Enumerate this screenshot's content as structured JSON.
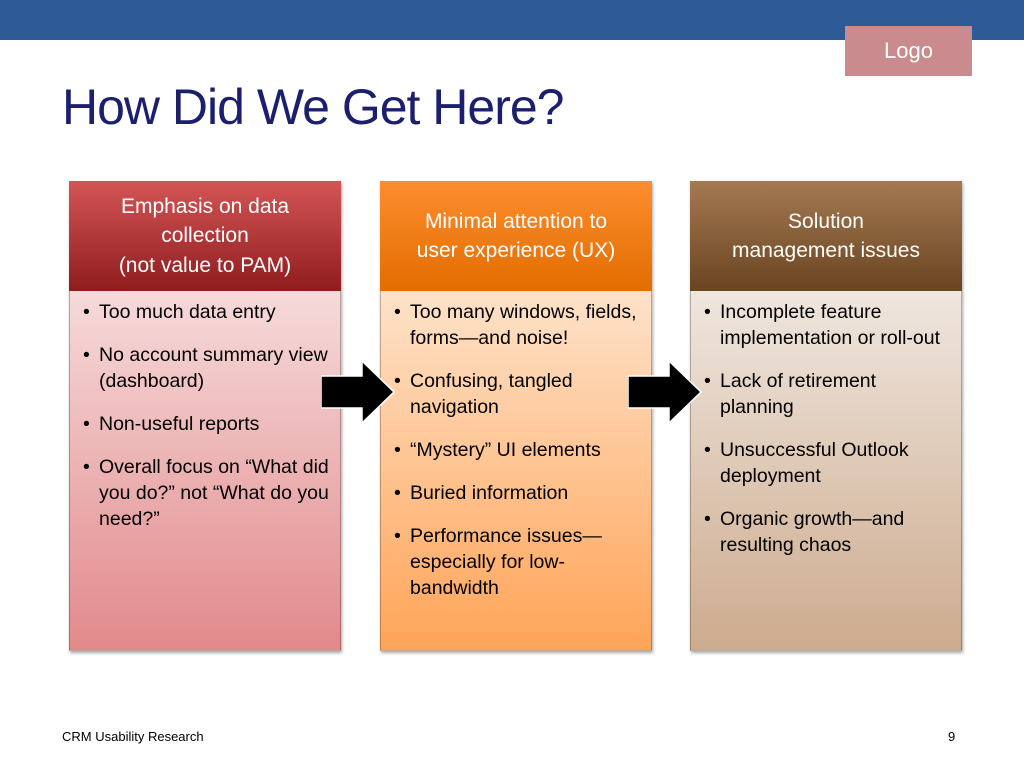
{
  "logo": "Logo",
  "title": "How Did We Get Here?",
  "columns": [
    {
      "heading_lines": [
        "Emphasis on data",
        "collection",
        "(not value to PAM)"
      ],
      "items": [
        "Too much data entry",
        "No account summary view (dashboard)",
        "Non-useful reports",
        "Overall focus on “What did you do?” not “What do you need?”"
      ]
    },
    {
      "heading_lines": [
        "Minimal attention to",
        "user experience (UX)"
      ],
      "items": [
        "Too many windows, fields, forms—and noise!",
        "Confusing, tangled navigation",
        "“Mystery” UI elements",
        "Buried information",
        "Performance issues—especially for low-bandwidth"
      ]
    },
    {
      "heading_lines": [
        "Solution",
        "management issues"
      ],
      "items": [
        "Incomplete feature implementation or roll-out",
        "Lack of retirement planning",
        "Unsuccessful Outlook deployment",
        "Organic growth—and resulting chaos"
      ]
    }
  ],
  "footer": {
    "left": "CRM Usability Research",
    "page_number": "9"
  },
  "colors": {
    "top_bar": "#2e5a96",
    "title": "#1b1f6e",
    "logo_bg": "#c98b8d"
  }
}
